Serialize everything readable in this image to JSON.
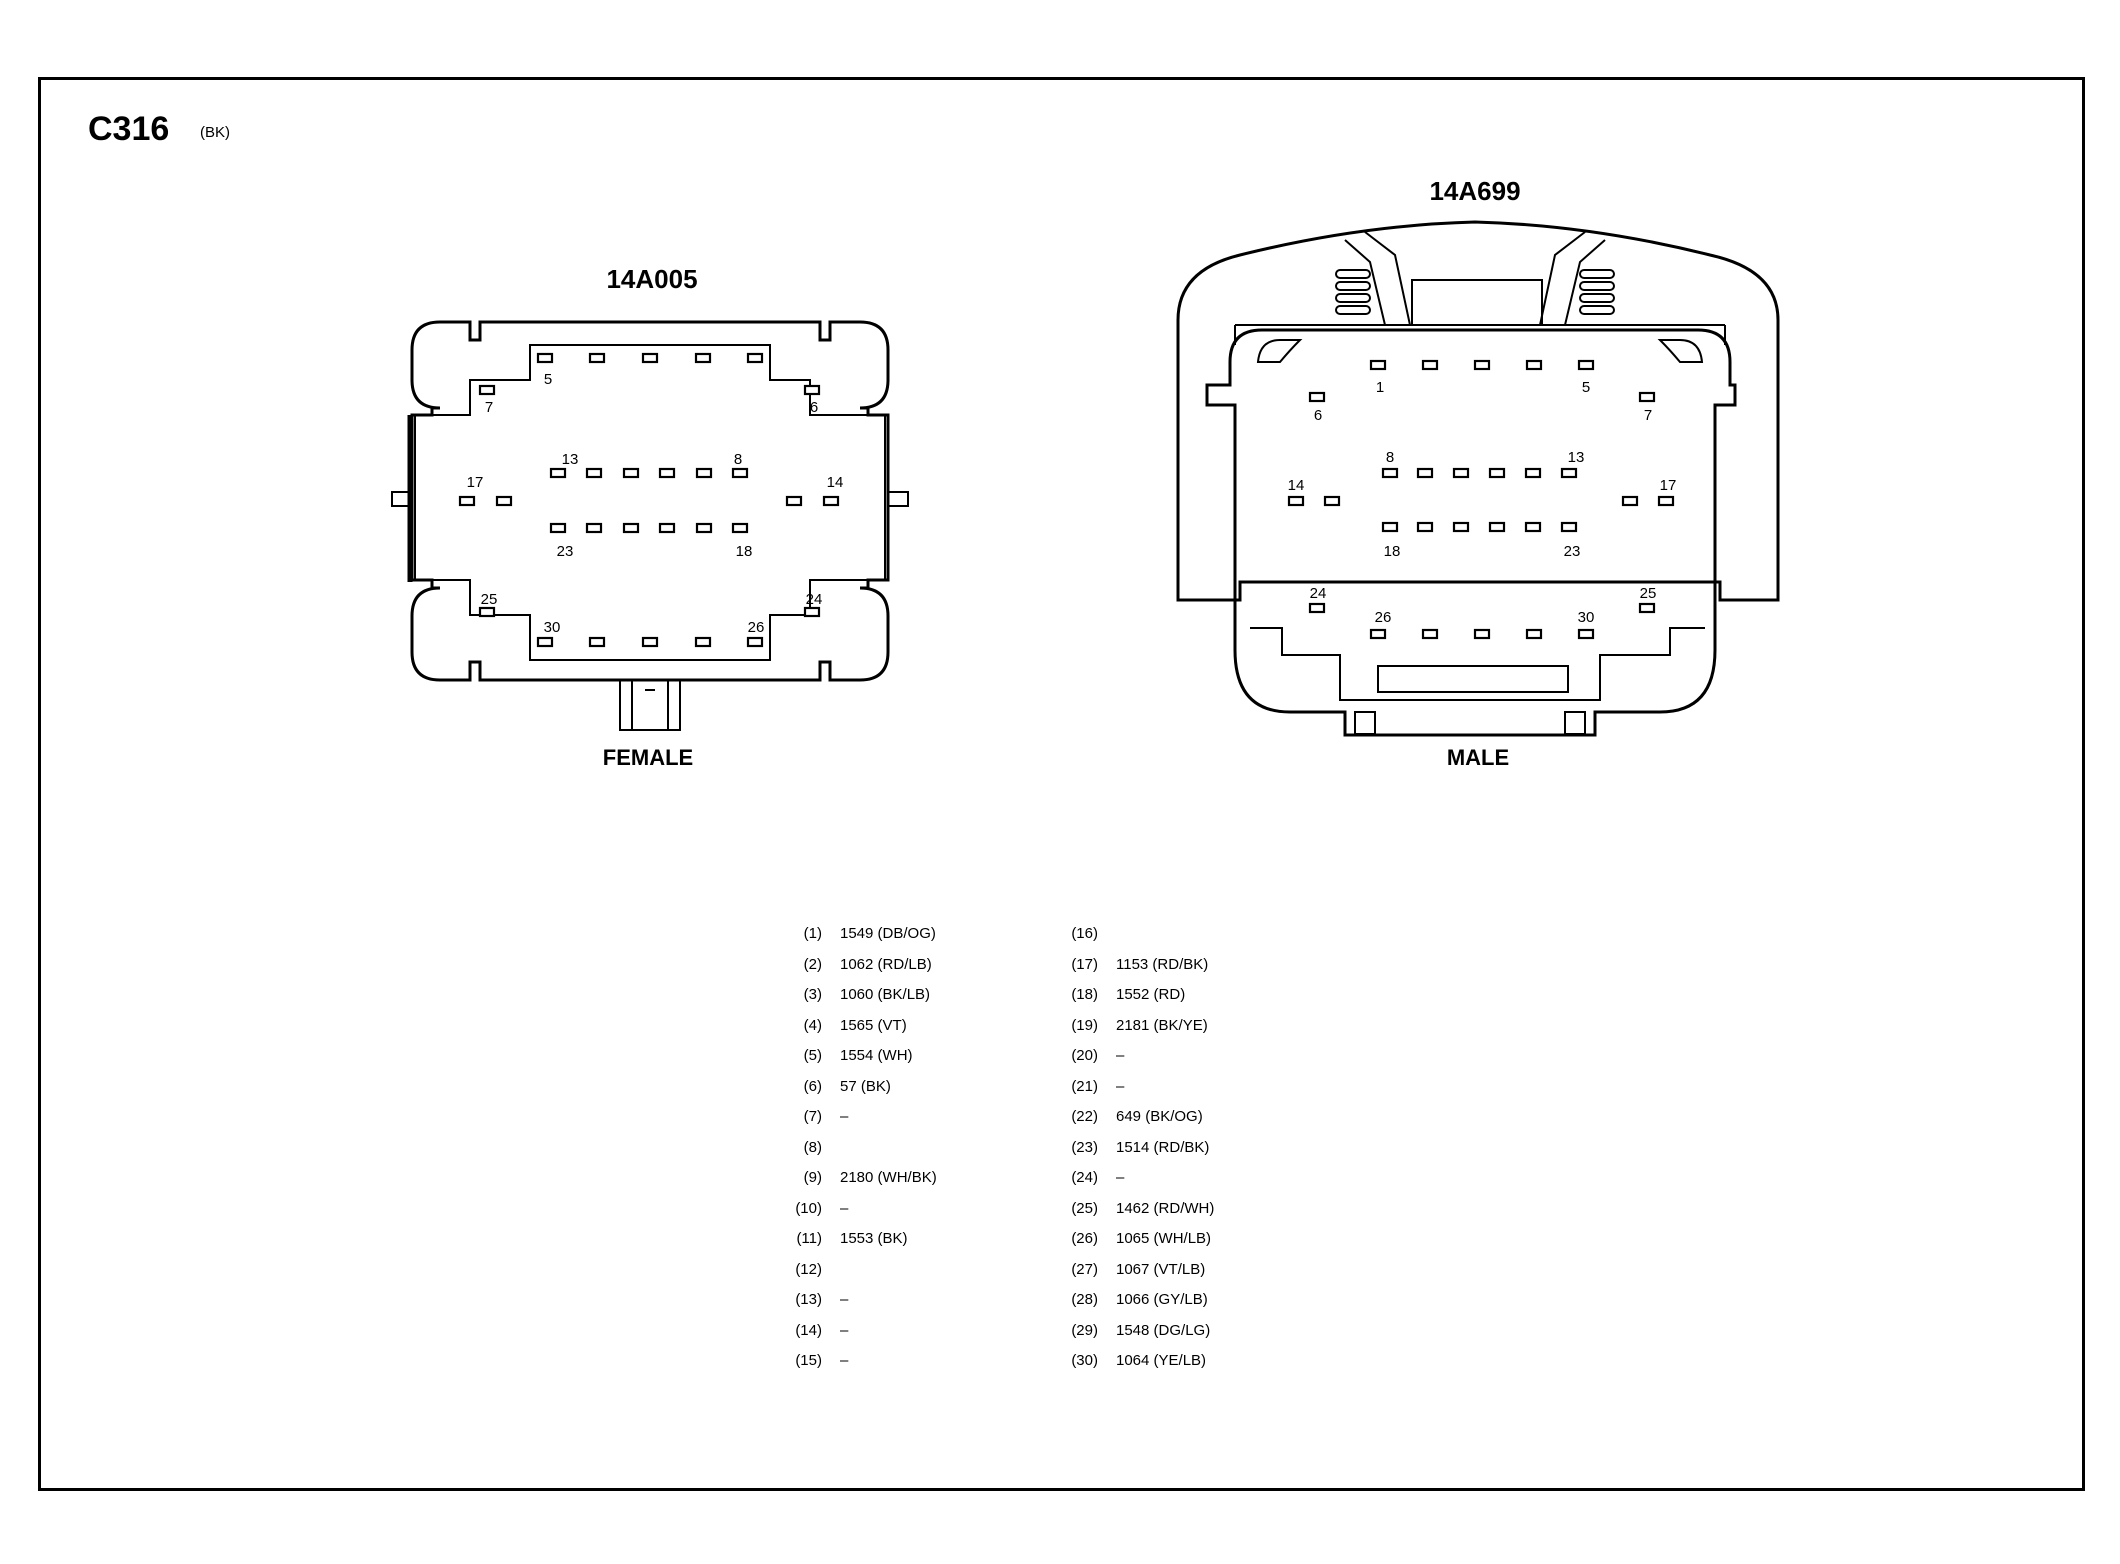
{
  "connector": {
    "id": "C316",
    "color": "(BK)"
  },
  "female": {
    "part": "14A005",
    "label": "FEMALE",
    "numbers": [
      "5",
      "7",
      "6",
      "13",
      "8",
      "17",
      "14",
      "23",
      "18",
      "25",
      "24",
      "30",
      "26"
    ]
  },
  "male": {
    "part": "14A699",
    "label": "MALE",
    "numbers": [
      "1",
      "5",
      "6",
      "7",
      "8",
      "13",
      "14",
      "17",
      "18",
      "23",
      "24",
      "25",
      "26",
      "30"
    ]
  },
  "pinout": [
    {
      "cavity": "(1)",
      "circuit": "1549 (DB/OG)"
    },
    {
      "cavity": "(2)",
      "circuit": "1062 (RD/LB)"
    },
    {
      "cavity": "(3)",
      "circuit": "1060 (BK/LB)"
    },
    {
      "cavity": "(4)",
      "circuit": "1565 (VT)"
    },
    {
      "cavity": "(5)",
      "circuit": "1554 (WH)"
    },
    {
      "cavity": "(6)",
      "circuit": "57 (BK)"
    },
    {
      "cavity": "(7)",
      "circuit": "–"
    },
    {
      "cavity": "(8)",
      "circuit": ""
    },
    {
      "cavity": "(9)",
      "circuit": "2180 (WH/BK)"
    },
    {
      "cavity": "(10)",
      "circuit": "–"
    },
    {
      "cavity": "(11)",
      "circuit": "1553 (BK)"
    },
    {
      "cavity": "(12)",
      "circuit": ""
    },
    {
      "cavity": "(13)",
      "circuit": "–"
    },
    {
      "cavity": "(14)",
      "circuit": "–"
    },
    {
      "cavity": "(15)",
      "circuit": "–"
    },
    {
      "cavity": "(16)",
      "circuit": ""
    },
    {
      "cavity": "(17)",
      "circuit": "1153 (RD/BK)"
    },
    {
      "cavity": "(18)",
      "circuit": "1552 (RD)"
    },
    {
      "cavity": "(19)",
      "circuit": "2181 (BK/YE)"
    },
    {
      "cavity": "(20)",
      "circuit": "–"
    },
    {
      "cavity": "(21)",
      "circuit": "–"
    },
    {
      "cavity": "(22)",
      "circuit": "649 (BK/OG)"
    },
    {
      "cavity": "(23)",
      "circuit": "1514 (RD/BK)"
    },
    {
      "cavity": "(24)",
      "circuit": "–"
    },
    {
      "cavity": "(25)",
      "circuit": "1462 (RD/WH)"
    },
    {
      "cavity": "(26)",
      "circuit": "1065 (WH/LB)"
    },
    {
      "cavity": "(27)",
      "circuit": "1067 (VT/LB)"
    },
    {
      "cavity": "(28)",
      "circuit": "1066 (GY/LB)"
    },
    {
      "cavity": "(29)",
      "circuit": "1548 (DG/LG)"
    },
    {
      "cavity": "(30)",
      "circuit": "1064 (YE/LB)"
    }
  ]
}
